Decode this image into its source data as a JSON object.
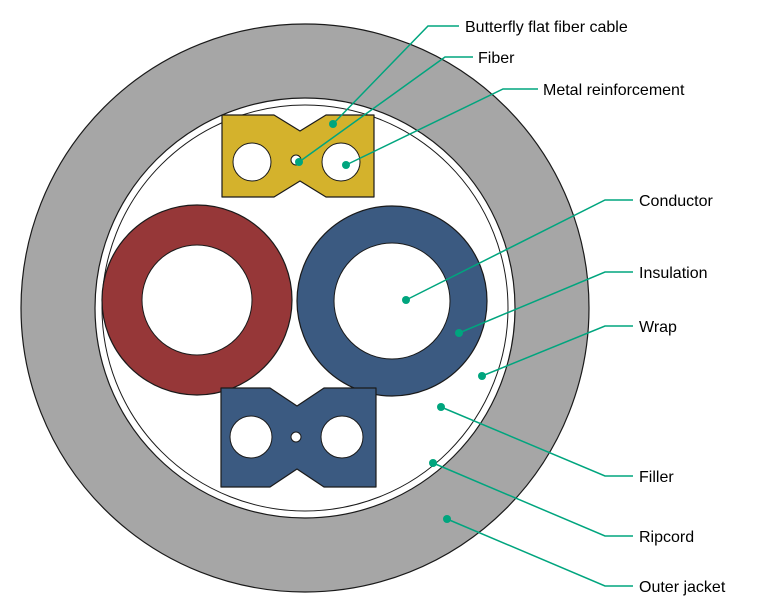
{
  "labels": {
    "butterfly_cable": "Butterfly flat fiber cable",
    "fiber": "Fiber",
    "metal_reinforcement": "Metal reinforcement",
    "conductor": "Conductor",
    "insulation": "Insulation",
    "wrap": "Wrap",
    "filler": "Filler",
    "ripcord": "Ripcord",
    "outer_jacket": "Outer jacket"
  },
  "colors": {
    "outer_jacket": "#a6a6a6",
    "red_insulation": "#963738",
    "blue_insulation": "#3b5a81",
    "yellow_cable": "#d4b22c",
    "blue_cable": "#3b5a81",
    "leader_line": "#00a57e",
    "outline": "#1a1a1a"
  }
}
